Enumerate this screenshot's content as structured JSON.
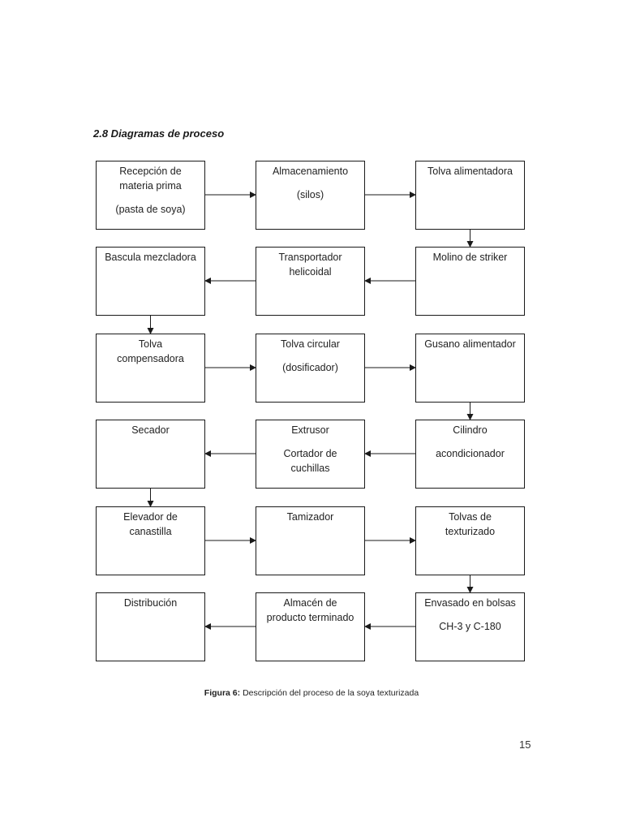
{
  "heading": "2.8 Diagramas de proceso",
  "steps": [
    {
      "id": "recepcion",
      "lines": [
        "Recepción de",
        "materia prima",
        "(pasta de soya)"
      ],
      "gap_before": 2
    },
    {
      "id": "almacenamiento",
      "lines": [
        "Almacenamiento",
        "(silos)"
      ],
      "gap_before": 1
    },
    {
      "id": "tolva-alimentadora",
      "lines": [
        "Tolva alimentadora"
      ]
    },
    {
      "id": "bascula",
      "lines": [
        "Bascula mezcladora"
      ]
    },
    {
      "id": "transportador",
      "lines": [
        "Transportador",
        "helicoidal"
      ]
    },
    {
      "id": "molino",
      "lines": [
        "Molino de striker"
      ]
    },
    {
      "id": "tolva-compensadora",
      "lines": [
        "Tolva",
        "compensadora"
      ]
    },
    {
      "id": "tolva-circular",
      "lines": [
        "Tolva circular",
        "(dosificador)"
      ],
      "gap_before": 1
    },
    {
      "id": "gusano",
      "lines": [
        "Gusano alimentador"
      ]
    },
    {
      "id": "secador",
      "lines": [
        "Secador"
      ]
    },
    {
      "id": "extrusor",
      "lines": [
        "Extrusor",
        "Cortador de",
        "cuchillas"
      ],
      "gap_before": 1
    },
    {
      "id": "cilindro",
      "lines": [
        "Cilindro",
        "acondicionador"
      ],
      "gap_before": 1
    },
    {
      "id": "elevador",
      "lines": [
        "Elevador de",
        "canastilla"
      ]
    },
    {
      "id": "tamizador",
      "lines": [
        "Tamizador"
      ]
    },
    {
      "id": "tolvas-texturizado",
      "lines": [
        "Tolvas de",
        "texturizado"
      ]
    },
    {
      "id": "distribucion",
      "lines": [
        "Distribución"
      ]
    },
    {
      "id": "almacen",
      "lines": [
        "Almacén de",
        "producto terminado"
      ]
    },
    {
      "id": "envasado",
      "lines": [
        "Envasado en bolsas",
        "CH-3 y C-180"
      ],
      "gap_before": 1
    }
  ],
  "flow": [
    [
      "recepcion",
      "almacenamiento"
    ],
    [
      "almacenamiento",
      "tolva-alimentadora"
    ],
    [
      "tolva-alimentadora",
      "molino"
    ],
    [
      "molino",
      "transportador"
    ],
    [
      "transportador",
      "bascula"
    ],
    [
      "bascula",
      "tolva-compensadora"
    ],
    [
      "tolva-compensadora",
      "tolva-circular"
    ],
    [
      "tolva-circular",
      "gusano"
    ],
    [
      "gusano",
      "cilindro"
    ],
    [
      "cilindro",
      "extrusor"
    ],
    [
      "extrusor",
      "secador"
    ],
    [
      "secador",
      "elevador"
    ],
    [
      "elevador",
      "tamizador"
    ],
    [
      "tamizador",
      "tolvas-texturizado"
    ],
    [
      "tolvas-texturizado",
      "envasado"
    ],
    [
      "envasado",
      "almacen"
    ],
    [
      "almacen",
      "distribucion"
    ]
  ],
  "caption": {
    "label": "Figura 6:",
    "text": "Descripción del proceso de la soya texturizada"
  },
  "page_number": "15"
}
